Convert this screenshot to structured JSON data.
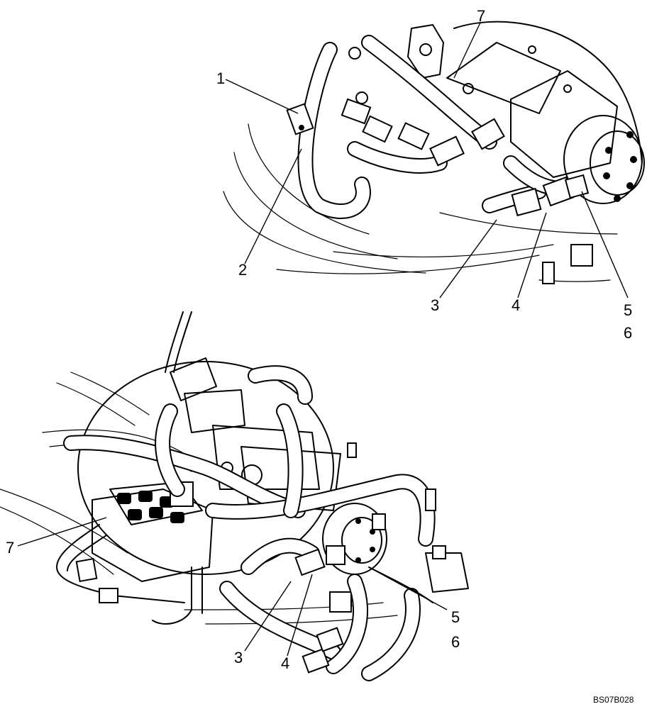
{
  "upper_view": {
    "callouts": [
      {
        "id": "1",
        "label": "1"
      },
      {
        "id": "2",
        "label": "2"
      },
      {
        "id": "3",
        "label": "3"
      },
      {
        "id": "4",
        "label": "4"
      },
      {
        "id": "5",
        "label": "5"
      },
      {
        "id": "6",
        "label": "6"
      },
      {
        "id": "7",
        "label": "7"
      }
    ]
  },
  "lower_view": {
    "callouts": [
      {
        "id": "3",
        "label": "3"
      },
      {
        "id": "4",
        "label": "4"
      },
      {
        "id": "5",
        "label": "5"
      },
      {
        "id": "6",
        "label": "6"
      },
      {
        "id": "7",
        "label": "7"
      }
    ]
  },
  "figure_code": "BS07B028"
}
